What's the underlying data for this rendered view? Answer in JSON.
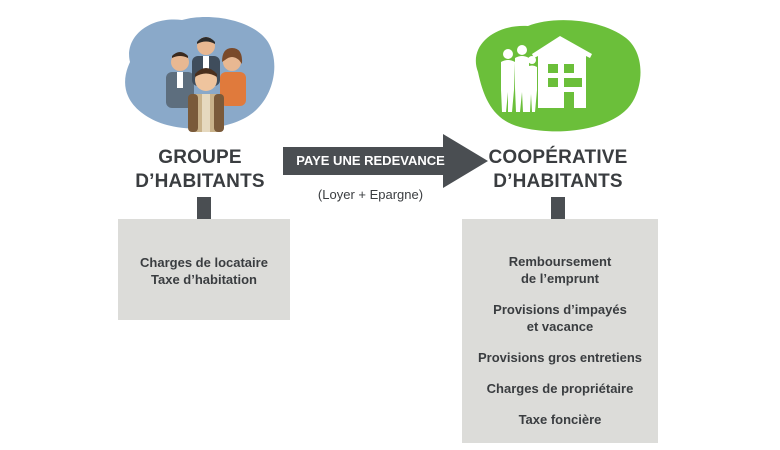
{
  "left": {
    "heading_line1": "GROUPE",
    "heading_line2": "D’HABITANTS",
    "box_items": [
      "Charges de locataire",
      "Taxe d’habitation"
    ]
  },
  "middle": {
    "arrow_label": "PAYE UNE REDEVANCE",
    "arrow_sublabel": "(Loyer + Epargne)"
  },
  "right": {
    "heading_line1": "COOPÉRATIVE",
    "heading_line2": "D’HABITANTS",
    "box_items": [
      "Remboursement",
      "de l’emprunt",
      "Provisions d’impayés",
      "et vacance",
      "Provisions gros entretiens",
      "Charges de propriétaire",
      "Taxe foncière"
    ]
  },
  "colors": {
    "blue_blob": "#8aa9c9",
    "green_blob": "#6bbf3a",
    "arrow": "#4a4e52",
    "box": "#dcdcd9",
    "text": "#3a3d40"
  },
  "icons": [
    "people-group-icon",
    "cooperative-house-icon"
  ]
}
